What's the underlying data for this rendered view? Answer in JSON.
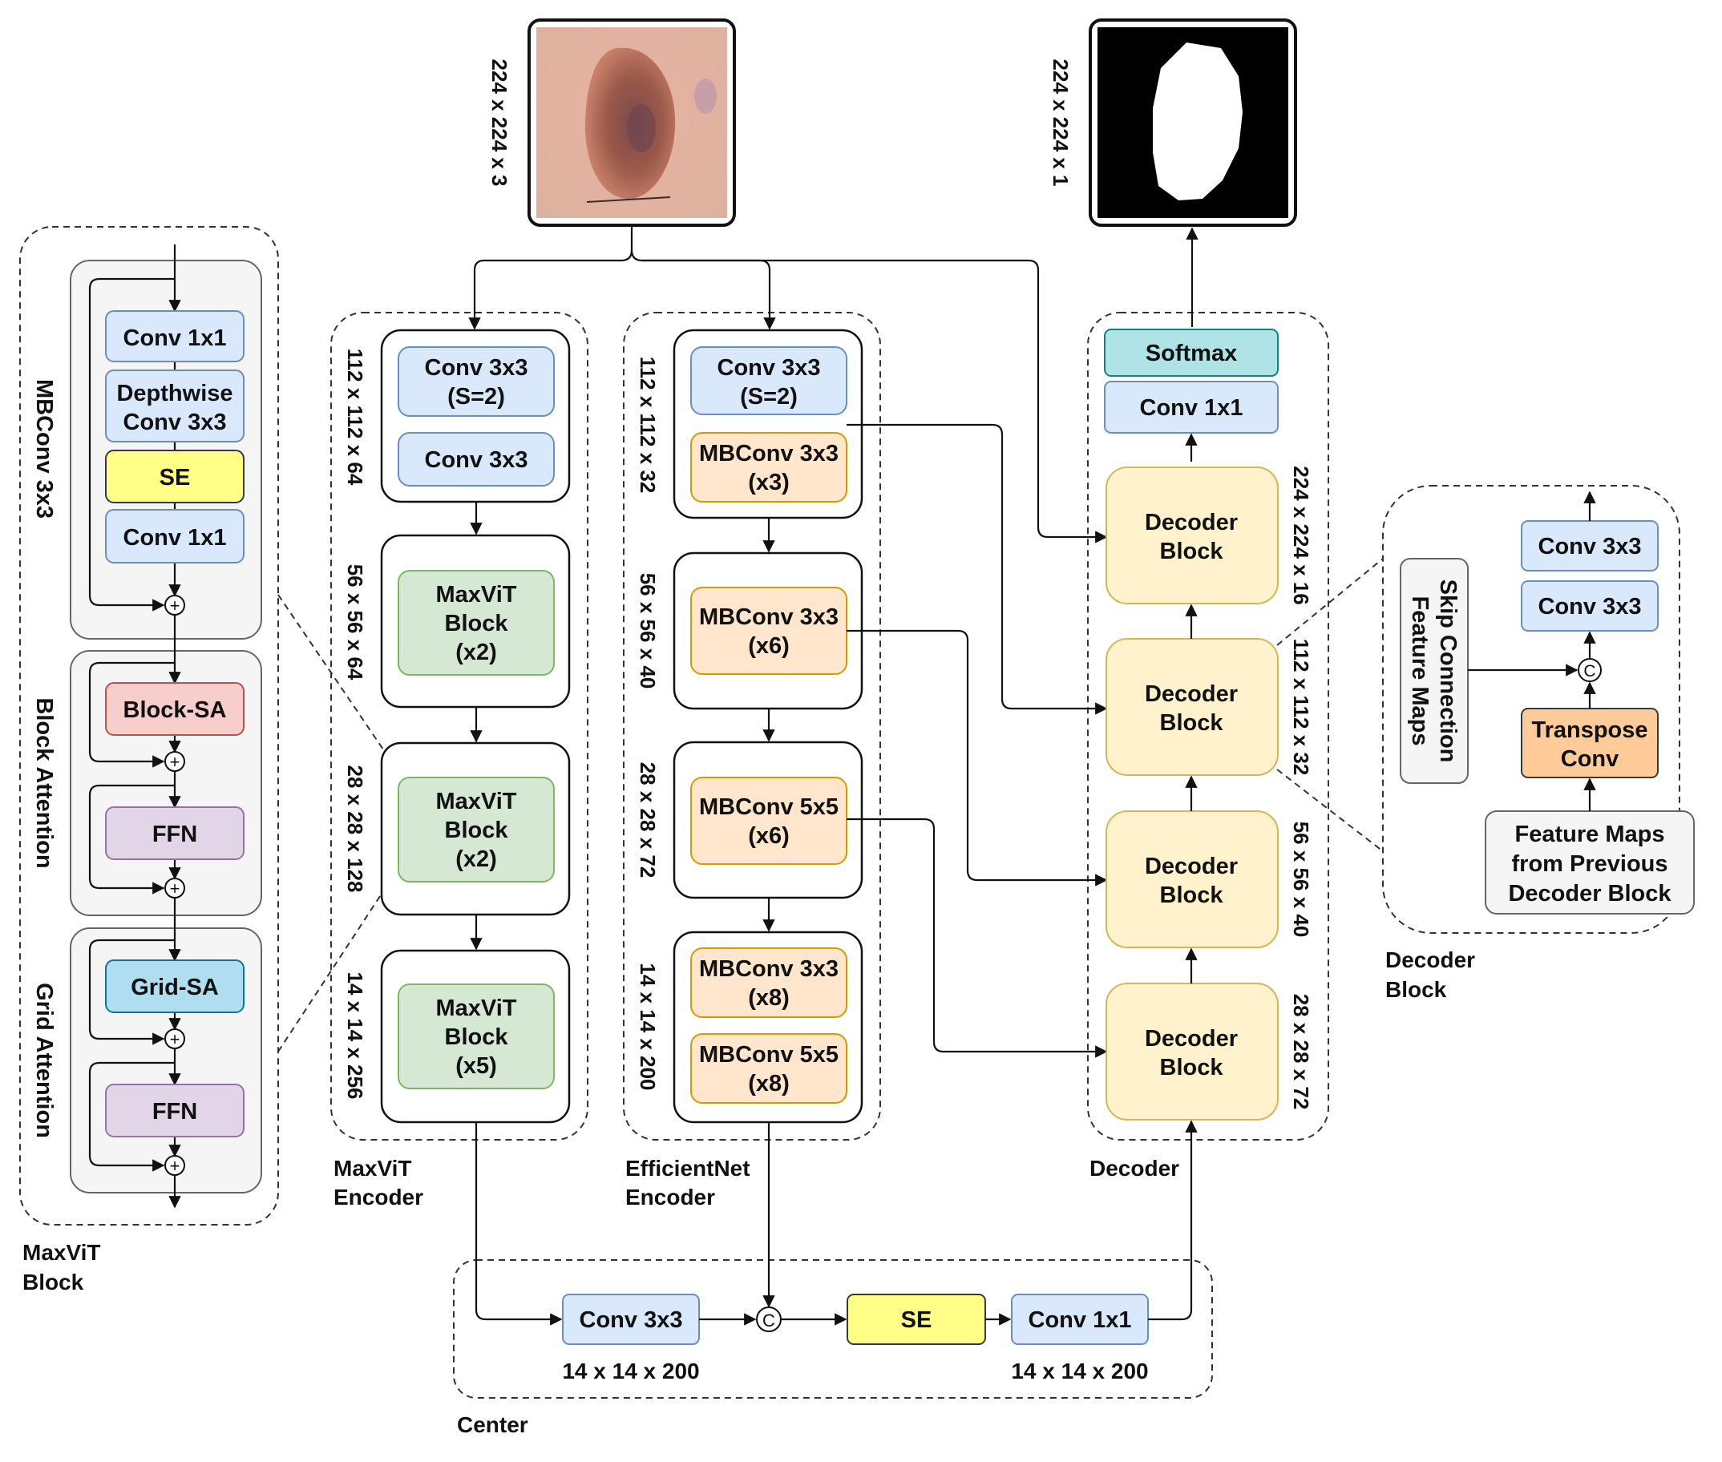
{
  "colors": {
    "blue": "#dae8fc",
    "blue_border": "#6c8ebf",
    "green": "#d5e8d4",
    "green_border": "#82b366",
    "orange": "#ffe6cc",
    "orange_border": "#d79b00",
    "yellow": "#ffff88",
    "yellow_border": "#36393d",
    "decoder": "#fff2cc",
    "decoder_border": "#d6b656",
    "teal": "#b0e3e6",
    "teal_border": "#0e8088",
    "red": "#f8cecc",
    "red_border": "#b85450",
    "purple": "#e1d5e7",
    "purple_border": "#9673a6",
    "gridsa": "#b1ddf0",
    "gridsa_border": "#10739e",
    "transpose": "#ffcc99",
    "transpose_border": "#36393d",
    "panel": "#f5f5f5",
    "panel_border": "#666666"
  },
  "images": {
    "input_dim": "224 x 224 x 3",
    "output_dim": "224 x 224 x 1"
  },
  "maxvit_block": {
    "caption": [
      "MaxViT",
      "Block"
    ],
    "mbconv_title": "MBConv 3x3",
    "block_attention_title": "Block Attention",
    "grid_attention_title": "Grid Attention",
    "conv1": "Conv 1x1",
    "depthwise": [
      "Depthwise",
      "Conv 3x3"
    ],
    "se": "SE",
    "conv2": "Conv 1x1",
    "block_sa": "Block-SA",
    "ffn1": "FFN",
    "grid_sa": "Grid-SA",
    "ffn2": "FFN",
    "plus": "+"
  },
  "maxvit_encoder": {
    "caption": [
      "MaxViT",
      "Encoder"
    ],
    "stage1": {
      "conv_s2": [
        "Conv 3x3",
        "(S=2)"
      ],
      "conv": "Conv 3x3",
      "dim": "112 x 112 x 64"
    },
    "stage2": {
      "block": [
        "MaxViT",
        "Block",
        "(x2)"
      ],
      "dim": "56 x 56 x 64"
    },
    "stage3": {
      "block": [
        "MaxViT",
        "Block",
        "(x2)"
      ],
      "dim": "28 x 28 x 128"
    },
    "stage4": {
      "block": [
        "MaxViT",
        "Block",
        "(x5)"
      ],
      "dim": "14 x 14 x 256"
    }
  },
  "efficientnet_encoder": {
    "caption": [
      "EfficientNet",
      "Encoder"
    ],
    "stage1": {
      "conv_s2": [
        "Conv 3x3",
        "(S=2)"
      ],
      "mbconv": [
        "MBConv 3x3",
        "(x3)"
      ],
      "dim": "112 x 112 x 32"
    },
    "stage2": {
      "mbconv": [
        "MBConv 3x3",
        "(x6)"
      ],
      "dim": "56 x 56 x 40"
    },
    "stage3": {
      "mbconv": [
        "MBConv 5x5",
        "(x6)"
      ],
      "dim": "28 x 28 x 72"
    },
    "stage4": {
      "mbconv_a": [
        "MBConv 3x3",
        "(x8)"
      ],
      "mbconv_b": [
        "MBConv 5x5",
        "(x8)"
      ],
      "dim": "14 x 14 x 200"
    }
  },
  "decoder": {
    "caption": "Decoder",
    "softmax": "Softmax",
    "conv1x1": "Conv 1x1",
    "block_label": [
      "Decoder",
      "Block"
    ],
    "dims": [
      "224 x 224 x 16",
      "112 x 112 x 32",
      "56 x 56 x 40",
      "28 x 28 x 72"
    ]
  },
  "center": {
    "caption": "Center",
    "conv3": "Conv 3x3",
    "concat": "C",
    "se": "SE",
    "conv1": "Conv 1x1",
    "dim_left": "14 x 14 x 200",
    "dim_right": "14 x 14 x 200"
  },
  "decoder_block_detail": {
    "caption": [
      "Decoder",
      "Block"
    ],
    "conv_a": "Conv 3x3",
    "conv_b": "Conv 3x3",
    "concat": "C",
    "transpose": [
      "Transpose",
      "Conv"
    ],
    "prev": [
      "Feature Maps",
      "from Previous",
      "Decoder Block"
    ],
    "skip": [
      "Skip Connection",
      "Feature Maps"
    ]
  }
}
